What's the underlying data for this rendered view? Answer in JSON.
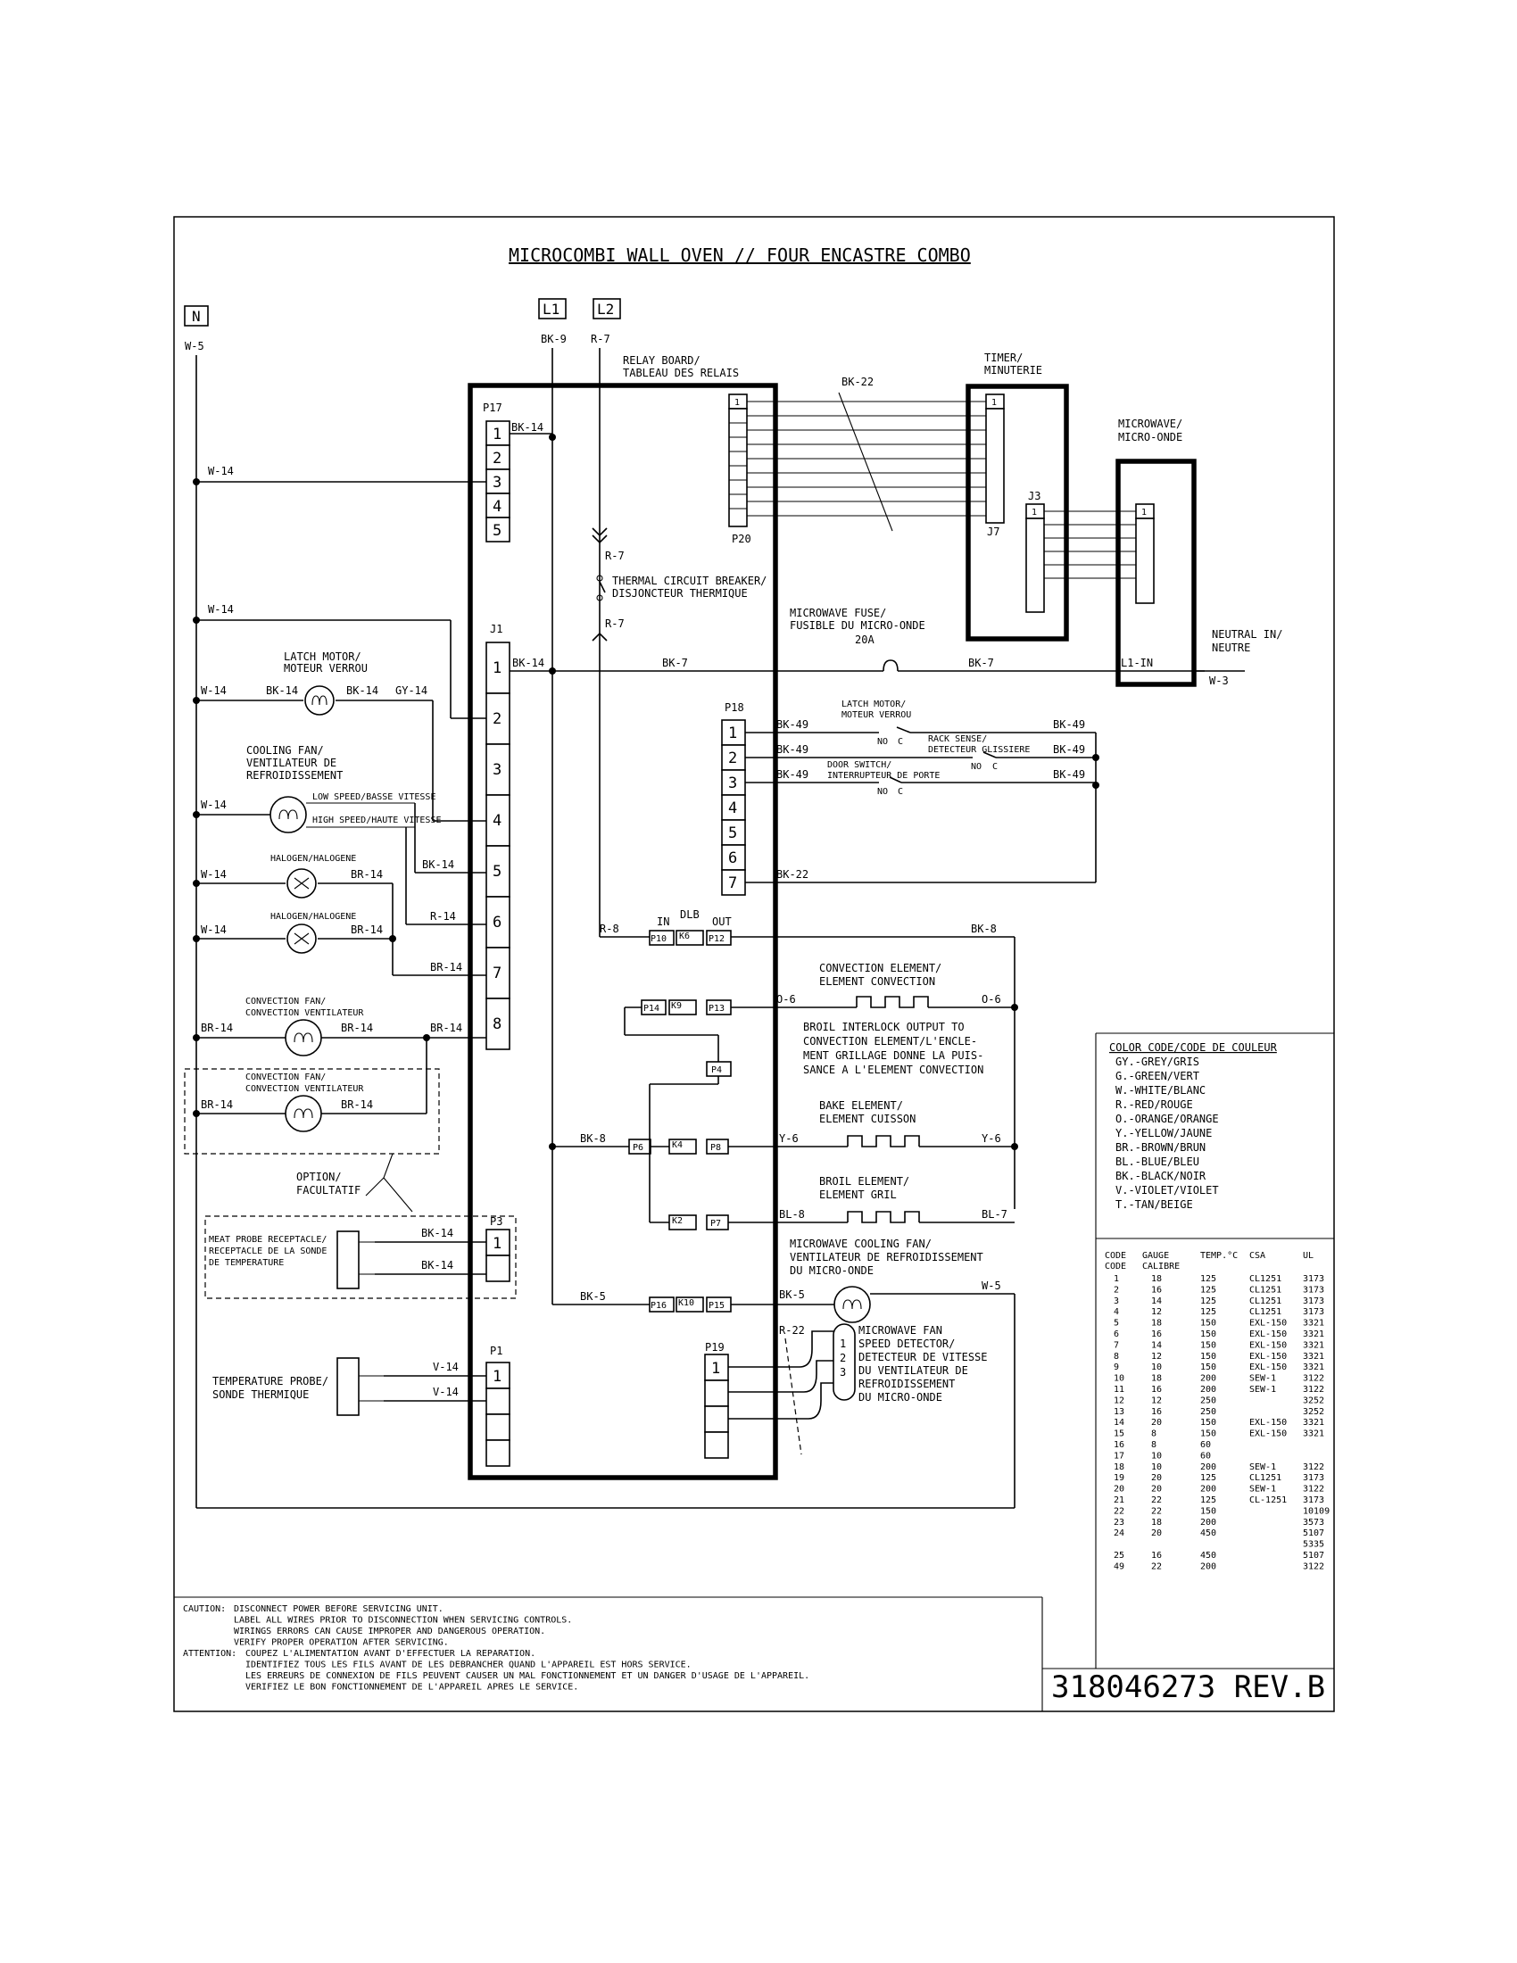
{
  "title": "MICROCOMBI WALL OVEN // FOUR ENCASTRE COMBO",
  "terminals": {
    "n": "N",
    "l1": "L1",
    "l2": "L2"
  },
  "wires": {
    "w5": "W-5",
    "w14": "W-14",
    "w3": "W-3",
    "bk9": "BK-9",
    "r7": "R-7",
    "bk14": "BK-14",
    "bk7": "BK-7",
    "bk22": "BK-22",
    "bk49": "BK-49",
    "bk8": "BK-8",
    "bk5": "BK-5",
    "gy14": "GY-14",
    "br14": "BR-14",
    "r14": "R-14",
    "r8": "R-8",
    "o6": "O-6",
    "y6": "Y-6",
    "bl8": "BL-8",
    "bl7": "BL-7",
    "r22": "R-22",
    "v14": "V-14"
  },
  "components": {
    "relay_board": [
      "RELAY BOARD/",
      "TABLEAU DES RELAIS"
    ],
    "timer": [
      "TIMER/",
      "MINUTERIE"
    ],
    "microwave": [
      "MICROWAVE/",
      "MICRO-ONDE"
    ],
    "thermal_breaker": [
      "THERMAL CIRCUIT BREAKER/",
      "DISJONCTEUR THERMIQUE"
    ],
    "mw_fuse": [
      "MICROWAVE FUSE/",
      "FUSIBLE DU MICRO-ONDE"
    ],
    "fuse_rating": "20A",
    "neutral_in": [
      "NEUTRAL IN/",
      "NEUTRE"
    ],
    "l1_in": "L1-IN",
    "latch_motor": [
      "LATCH MOTOR/",
      "MOTEUR VERROU"
    ],
    "cooling_fan": [
      "COOLING FAN/",
      "VENTILATEUR DE",
      "REFROIDISSEMENT"
    ],
    "low_speed": "LOW SPEED/BASSE VITESSE",
    "high_speed": "HIGH SPEED/HAUTE VITESSE",
    "halogen": "HALOGEN/HALOGENE",
    "convection_fan": [
      "CONVECTION FAN/",
      "CONVECTION VENTILATEUR"
    ],
    "option": [
      "OPTION/",
      "FACULTATIF"
    ],
    "meat_probe": [
      "MEAT PROBE RECEPTACLE/",
      "RECEPTACLE DE LA SONDE",
      "DE TEMPERATURE"
    ],
    "temp_probe": [
      "TEMPERATURE PROBE/",
      "SONDE THERMIQUE"
    ],
    "rack_sense": [
      "RACK SENSE/",
      "DETECTEUR GLISSIERE"
    ],
    "door_switch": [
      "DOOR SWITCH/",
      "INTERRUPTEUR DE PORTE"
    ],
    "dlb": "DLB",
    "in": "IN",
    "out": "OUT",
    "convection_element": [
      "CONVECTION ELEMENT/",
      "ELEMENT CONVECTION"
    ],
    "broil_interlock": [
      "BROIL INTERLOCK OUTPUT TO",
      "CONVECTION ELEMENT/L'ENCLE-",
      "MENT GRILLAGE DONNE LA PUIS-",
      "SANCE A L'ELEMENT CONVECTION"
    ],
    "bake_element": [
      "BAKE ELEMENT/",
      "ELEMENT CUISSON"
    ],
    "broil_element": [
      "BROIL ELEMENT/",
      "ELEMENT GRIL"
    ],
    "mw_cooling_fan": [
      "MICROWAVE COOLING FAN/",
      "VENTILATEUR DE REFROIDISSEMENT",
      "DU MICRO-ONDE"
    ],
    "mw_fan_speed": [
      "MICROWAVE FAN",
      "SPEED DETECTOR/",
      "DETECTEUR DE VITESSE",
      "DU VENTILATEUR DE",
      "REFROIDISSEMENT",
      "DU MICRO-ONDE"
    ],
    "no": "NO",
    "c": "C"
  },
  "connectors": {
    "p17": "P17",
    "j1": "J1",
    "p20": "P20",
    "j7": "J7",
    "j3": "J3",
    "p18": "P18",
    "p3": "P3",
    "p1": "P1",
    "p19": "P19",
    "p10": "P10",
    "p12": "P12",
    "p14": "P14",
    "p13": "P13",
    "p4": "P4",
    "p6": "P6",
    "p8": "P8",
    "p7": "P7",
    "p16": "P16",
    "p15": "P15",
    "k6": "K6",
    "k9": "K9",
    "k4": "K4",
    "k2": "K2",
    "k10": "K10"
  },
  "color_code": {
    "heading": "COLOR CODE/CODE DE COULEUR",
    "entries": [
      "GY.-GREY/GRIS",
      "G.-GREEN/VERT",
      "W.-WHITE/BLANC",
      "R.-RED/ROUGE",
      "O.-ORANGE/ORANGE",
      "Y.-YELLOW/JAUNE",
      "BR.-BROWN/BRUN",
      "BL.-BLUE/BLEU",
      "BK.-BLACK/NOIR",
      "V.-VIOLET/VIOLET",
      "T.-TAN/BEIGE"
    ]
  },
  "gauge_table": {
    "headers": [
      "CODE",
      "GAUGE",
      "TEMP.°C",
      "CSA",
      "UL"
    ],
    "subheaders": [
      "CODE",
      "CALIBRE",
      "",
      "",
      ""
    ],
    "rows": [
      [
        "1",
        "18",
        "125",
        "CL1251",
        "3173"
      ],
      [
        "2",
        "16",
        "125",
        "CL1251",
        "3173"
      ],
      [
        "3",
        "14",
        "125",
        "CL1251",
        "3173"
      ],
      [
        "4",
        "12",
        "125",
        "CL1251",
        "3173"
      ],
      [
        "5",
        "18",
        "150",
        "EXL-150",
        "3321"
      ],
      [
        "6",
        "16",
        "150",
        "EXL-150",
        "3321"
      ],
      [
        "7",
        "14",
        "150",
        "EXL-150",
        "3321"
      ],
      [
        "8",
        "12",
        "150",
        "EXL-150",
        "3321"
      ],
      [
        "9",
        "10",
        "150",
        "EXL-150",
        "3321"
      ],
      [
        "10",
        "18",
        "200",
        "SEW-1",
        "3122"
      ],
      [
        "11",
        "16",
        "200",
        "SEW-1",
        "3122"
      ],
      [
        "12",
        "12",
        "250",
        "",
        "3252"
      ],
      [
        "13",
        "16",
        "250",
        "",
        "3252"
      ],
      [
        "14",
        "20",
        "150",
        "EXL-150",
        "3321"
      ],
      [
        "15",
        "8",
        "150",
        "EXL-150",
        "3321"
      ],
      [
        "16",
        "8",
        "60",
        "",
        ""
      ],
      [
        "17",
        "10",
        "60",
        "",
        ""
      ],
      [
        "18",
        "10",
        "200",
        "SEW-1",
        "3122"
      ],
      [
        "19",
        "20",
        "125",
        "CL1251",
        "3173"
      ],
      [
        "20",
        "20",
        "200",
        "SEW-1",
        "3122"
      ],
      [
        "21",
        "22",
        "125",
        "CL-1251",
        "3173"
      ],
      [
        "22",
        "22",
        "150",
        "",
        "10109"
      ],
      [
        "23",
        "18",
        "200",
        "",
        "3573"
      ],
      [
        "24",
        "20",
        "450",
        "",
        "5107"
      ],
      [
        "",
        "",
        "",
        "",
        "5335"
      ],
      [
        "25",
        "16",
        "450",
        "",
        "5107"
      ],
      [
        "49",
        "22",
        "200",
        "",
        "3122"
      ]
    ]
  },
  "notes": {
    "caution_label": "CAUTION:",
    "caution": [
      "DISCONNECT POWER BEFORE SERVICING UNIT.",
      "LABEL ALL WIRES PRIOR TO DISCONNECTION WHEN SERVICING CONTROLS.",
      "WIRINGS ERRORS CAN CAUSE IMPROPER AND DANGEROUS OPERATION.",
      "VERIFY PROPER OPERATION AFTER SERVICING."
    ],
    "attention_label": "ATTENTION:",
    "attention": [
      "COUPEZ L'ALIMENTATION AVANT D'EFFECTUER LA REPARATION.",
      "IDENTIFIEZ TOUS LES FILS AVANT DE LES DEBRANCHER QUAND L'APPAREIL EST HORS SERVICE.",
      "LES ERREURS DE CONNEXION DE FILS PEUVENT CAUSER UN MAL FONCTIONNEMENT ET UN DANGER D'USAGE DE L'APPAREIL.",
      "VERIFIEZ LE BON FONCTIONNEMENT DE L'APPAREIL APRES LE SERVICE."
    ]
  },
  "part_number": "318046273  REV.B"
}
